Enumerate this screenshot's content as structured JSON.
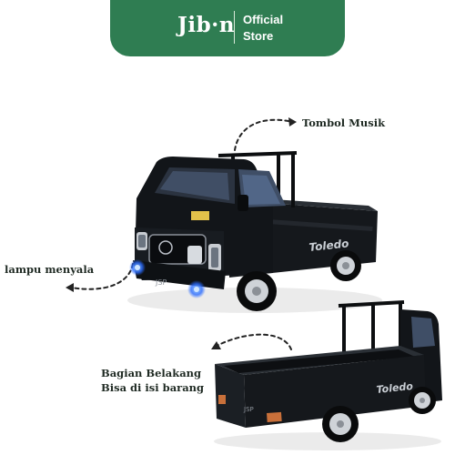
{
  "banner": {
    "logo_text": "Jib·n",
    "line1": "Official",
    "line2": "Store",
    "color": "#2f7d52"
  },
  "labels": {
    "music_button": "Tombol Musik",
    "lamp": "lampu menyala",
    "back_line1": "Bagian Belakang",
    "back_line2": "Bisa di isi barang"
  },
  "truck": {
    "body_color": "#111417",
    "front_plate": "JSP",
    "side_text": "Toledo",
    "headlight_color": "#2a6bff"
  }
}
